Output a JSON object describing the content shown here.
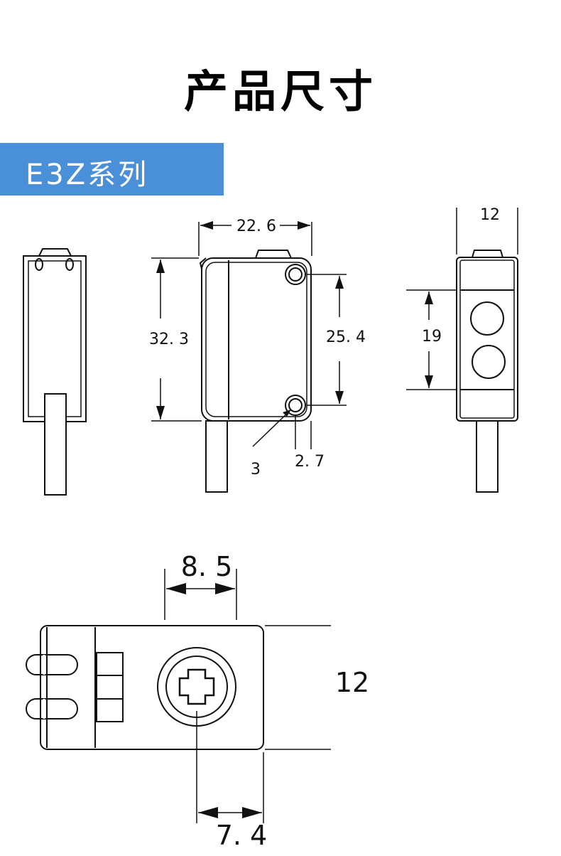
{
  "title": "产品尺寸",
  "series_banner": {
    "label": "E3Z系列",
    "color": "#4a90d9"
  },
  "dimensions": {
    "width_front": "22. 6",
    "height_front": "32. 3",
    "hole_spacing": "25. 4",
    "hole_dia": "3",
    "hole_offset": "2. 7",
    "side_width": "12",
    "lens_spacing": "19",
    "top_offset": "8. 5",
    "top_height": "12",
    "screw_offset": "7. 4"
  }
}
